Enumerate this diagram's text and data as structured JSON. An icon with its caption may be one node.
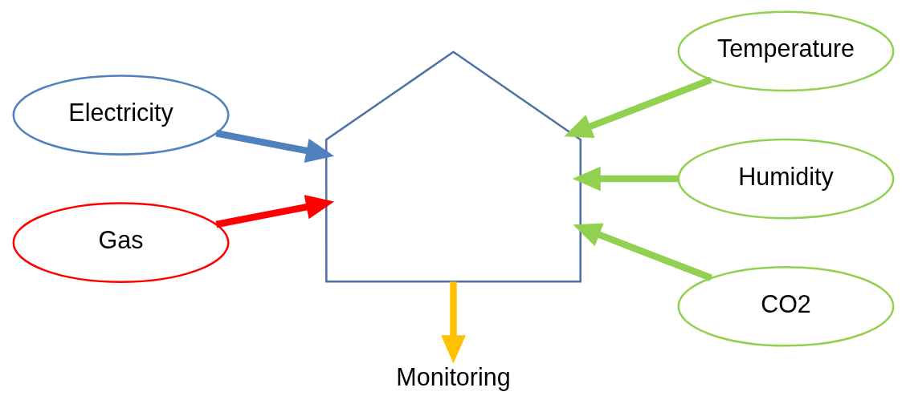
{
  "diagram": {
    "nodes": [
      {
        "text": [
          "Electricity"
        ]
      },
      {
        "text": [
          "Gas"
        ]
      },
      {
        "text": [],
        "shape": "house"
      },
      {
        "text": [
          "Temperature"
        ]
      },
      {
        "text": [
          "Humidity"
        ]
      },
      {
        "text": [
          "CO2"
        ]
      },
      {
        "text": [
          "Monitoring"
        ]
      }
    ],
    "edges": [
      {
        "from": 0,
        "to": 2,
        "arrow": "to",
        "color": "#4f81bd"
      },
      {
        "from": 1,
        "to": 2,
        "arrow": "to",
        "color": "#ff0000"
      },
      {
        "from": 3,
        "to": 2,
        "arrow": "to",
        "color": "#92d050"
      },
      {
        "from": 4,
        "to": 2,
        "arrow": "to",
        "color": "#92d050"
      },
      {
        "from": 5,
        "to": 2,
        "arrow": "to",
        "color": "#92d050"
      },
      {
        "from": 2,
        "to": 6,
        "arrow": "to",
        "color": "#ffc000"
      }
    ]
  }
}
